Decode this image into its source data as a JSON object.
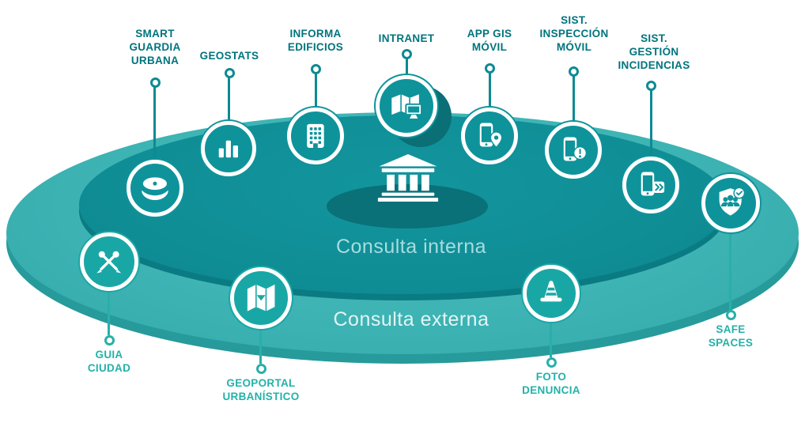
{
  "zones": {
    "inner": "Consulta interna",
    "outer": "Consulta externa"
  },
  "center": {
    "icon": "government-building-icon"
  },
  "nodes": [
    {
      "id": "smart-guardia-urbana",
      "label": "SMART\nGUARDIA\nURBANA",
      "icon": "police-cap-icon",
      "zone": "interna"
    },
    {
      "id": "geostats",
      "label": "GEOSTATS",
      "icon": "bar-chart-icon",
      "zone": "interna"
    },
    {
      "id": "informa-edificios",
      "label": "INFORMA\nEDIFICIOS",
      "icon": "building-windows-icon",
      "zone": "interna"
    },
    {
      "id": "intranet",
      "label": "INTRANET",
      "icon": "map-monitor-icon",
      "zone": "interna"
    },
    {
      "id": "app-gis-movil",
      "label": "APP GIS\nMÓVIL",
      "icon": "phone-location-pin-icon",
      "zone": "interna"
    },
    {
      "id": "sist-inspeccion-movil",
      "label": "SIST.\nINSPECCIÓN\nMÓVIL",
      "icon": "phone-alert-icon",
      "zone": "interna"
    },
    {
      "id": "sist-gestion-incidencias",
      "label": "SIST.\nGESTIÓN\nINCIDENCIAS",
      "icon": "phone-transfer-icon",
      "zone": "interna"
    },
    {
      "id": "safe-spaces",
      "label": "SAFE\nSPACES",
      "icon": "shield-users-check-icon",
      "zone": "externa"
    },
    {
      "id": "guia-ciudad",
      "label": "GUIA\nCIUDAD",
      "icon": "crossed-tools-icon",
      "zone": "externa"
    },
    {
      "id": "geoportal-urbanistico",
      "label": "GEOPORTAL\nURBANÍSTICO",
      "icon": "folded-map-pin-icon",
      "zone": "externa"
    },
    {
      "id": "foto-denuncia",
      "label": "FOTO\nDENUNCIA",
      "icon": "traffic-cone-icon",
      "zone": "externa"
    }
  ],
  "colors": {
    "outer_ellipse": "#3cb2b3",
    "inner_ellipse": "#0f8d95",
    "icon_fill_inner": "#0e939b",
    "icon_fill_outer": "#19a7a6",
    "label_top": "#00747d",
    "label_bottom": "#23b2a8"
  }
}
